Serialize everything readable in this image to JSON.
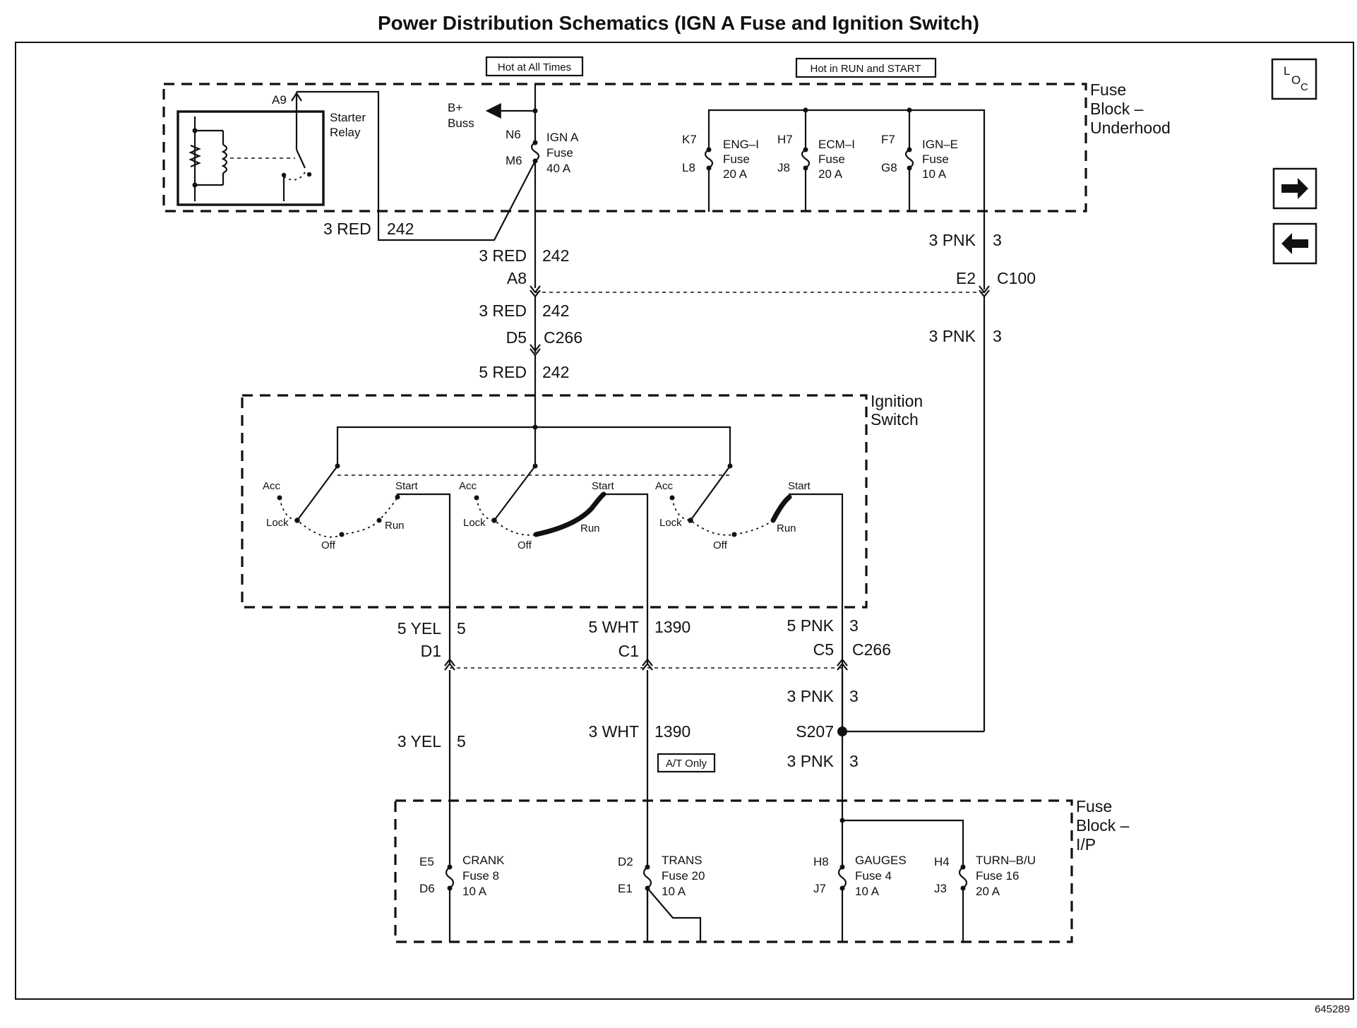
{
  "title": "Power Distribution Schematics (IGN A Fuse and Ignition Switch)",
  "diagram_id": "645289",
  "notes": {
    "hot_at_all_times": "Hot at All Times",
    "hot_in_run_start": "Hot in RUN and START",
    "at_only": "A/T Only"
  },
  "nav": {
    "loc_l": "L",
    "loc_o": "O",
    "loc_c": "C",
    "next_icon": "right-arrow-icon",
    "prev_icon": "left-arrow-icon"
  },
  "underhood": {
    "name_1": "Fuse",
    "name_2": "Block –",
    "name_3": "Underhood",
    "a9": "A9",
    "starter_relay_1": "Starter",
    "starter_relay_2": "Relay",
    "b_plus_1": "B+",
    "b_plus_2": "Buss",
    "ign_a": {
      "pin_in": "N6",
      "pin_out": "M6",
      "name": "IGN A",
      "type": "Fuse",
      "rating": "40 A"
    },
    "eng_i": {
      "pin_in": "K7",
      "pin_out": "L8",
      "name": "ENG–I",
      "type": "Fuse",
      "rating": "20 A"
    },
    "ecm_i": {
      "pin_in": "H7",
      "pin_out": "J8",
      "name": "ECM–I",
      "type": "Fuse",
      "rating": "20 A"
    },
    "ign_e": {
      "pin_in": "F7",
      "pin_out": "G8",
      "name": "IGN–E",
      "type": "Fuse",
      "rating": "10 A"
    }
  },
  "wires": {
    "relay_feed": {
      "gauge": "3 RED",
      "circuit": "242"
    },
    "ign_a_out": {
      "gauge": "3 RED",
      "circuit": "242"
    },
    "ign_a_c100": {
      "gauge": "3 RED",
      "circuit": "242"
    },
    "ign_a_c266": {
      "gauge": "5 RED",
      "circuit": "242"
    },
    "pnk_top": {
      "gauge": "3 PNK",
      "circuit": "3"
    },
    "pnk_mid": {
      "gauge": "3 PNK",
      "circuit": "3"
    },
    "yel_sw": {
      "gauge": "5 YEL",
      "circuit": "5"
    },
    "wht_sw": {
      "gauge": "5 WHT",
      "circuit": "1390"
    },
    "pnk_sw": {
      "gauge": "5 PNK",
      "circuit": "3"
    },
    "pnk_splice_in": {
      "gauge": "3 PNK",
      "circuit": "3"
    },
    "yel_ip": {
      "gauge": "3 YEL",
      "circuit": "5"
    },
    "wht_ip": {
      "gauge": "3 WHT",
      "circuit": "1390"
    },
    "pnk_ip": {
      "gauge": "3 PNK",
      "circuit": "3"
    }
  },
  "connectors": {
    "c100": {
      "name": "C100",
      "pin_left": "A8",
      "pin_right": "E2"
    },
    "c266_top": {
      "name": "C266",
      "pin": "D5"
    },
    "c266_bot": {
      "name": "C266",
      "pin_1": "D1",
      "pin_2": "C1",
      "pin_3": "C5"
    },
    "splice": "S207"
  },
  "ignition_switch": {
    "name_1": "Ignition",
    "name_2": "Switch",
    "positions": {
      "acc": "Acc",
      "lock": "Lock",
      "off": "Off",
      "run": "Run",
      "start": "Start"
    }
  },
  "ip_block": {
    "name_1": "Fuse",
    "name_2": "Block –",
    "name_3": "I/P",
    "crank": {
      "pin_in": "E5",
      "pin_out": "D6",
      "name": "CRANK",
      "fuse": "Fuse 8",
      "rating": "10 A"
    },
    "trans": {
      "pin_in": "D2",
      "pin_out": "E1",
      "name": "TRANS",
      "fuse": "Fuse 20",
      "rating": "10 A"
    },
    "gauges": {
      "pin_in": "H8",
      "pin_out": "J7",
      "name": "GAUGES",
      "fuse": "Fuse 4",
      "rating": "10 A"
    },
    "turn_bu": {
      "pin_in": "H4",
      "pin_out": "J3",
      "name": "TURN–B/U",
      "fuse": "Fuse 16",
      "rating": "20 A"
    }
  }
}
